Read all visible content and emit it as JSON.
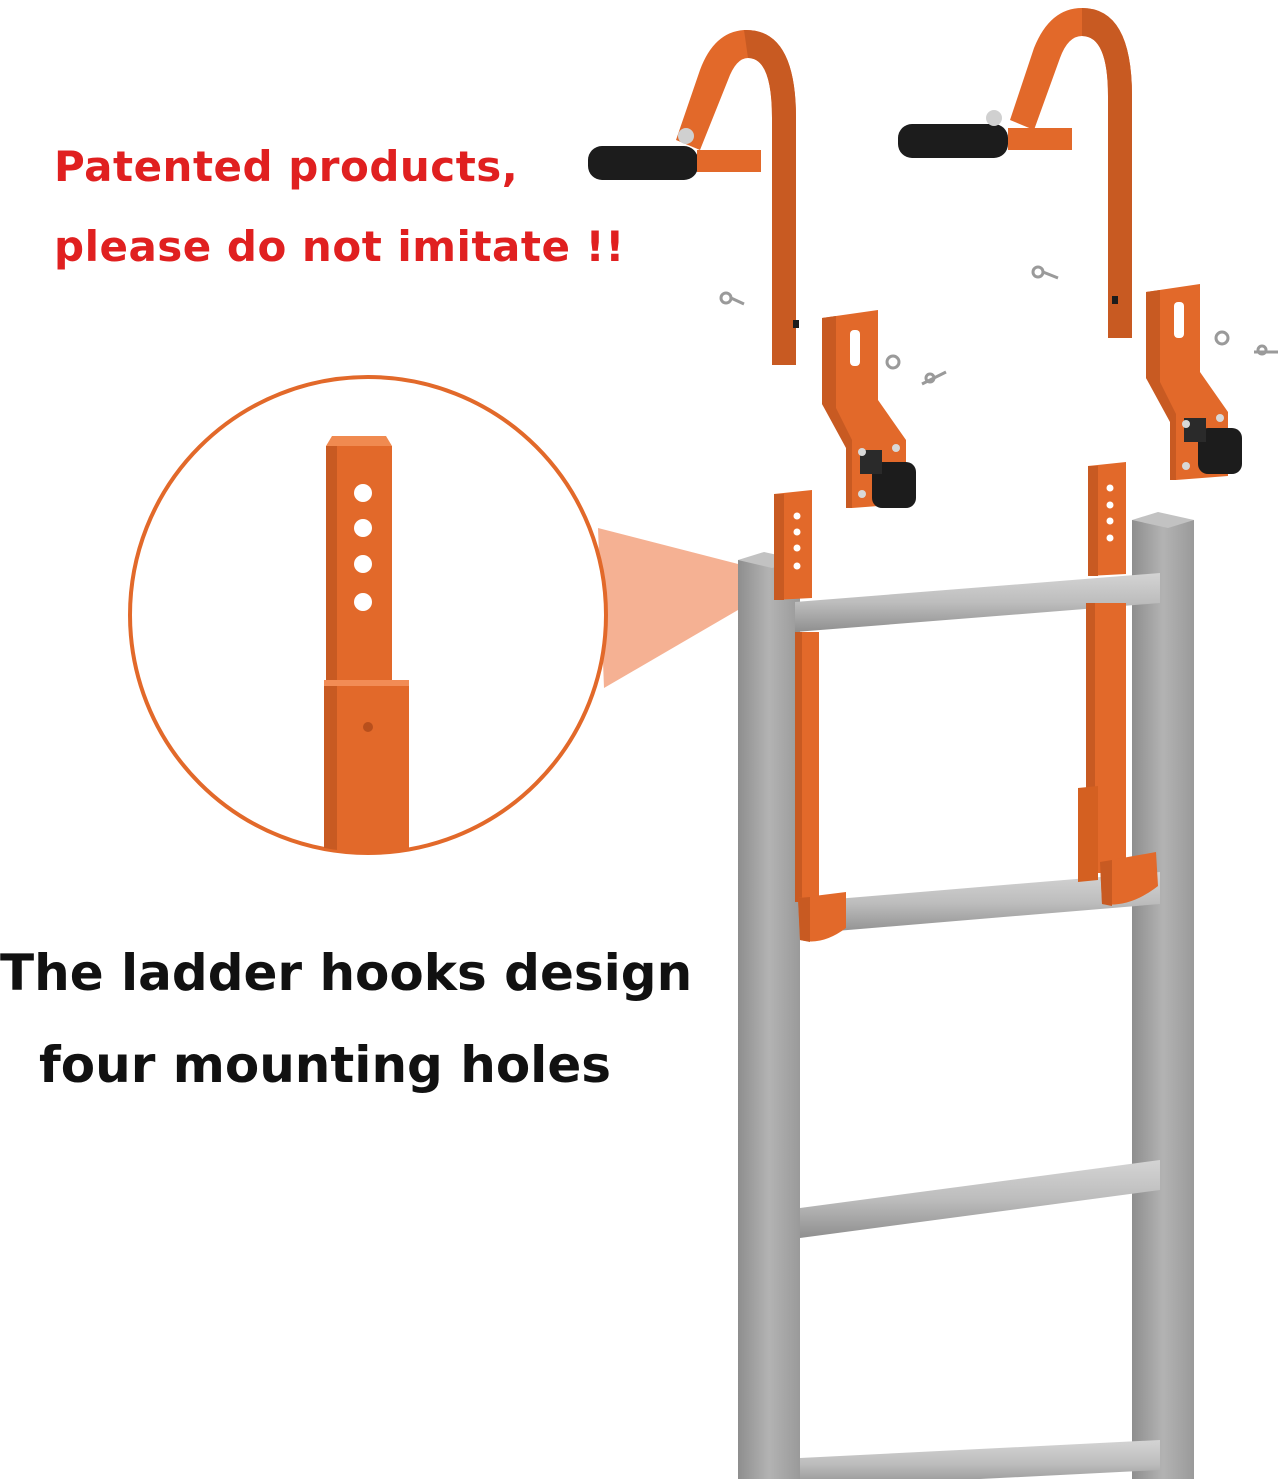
{
  "warning": {
    "line1": "Patented products,",
    "line2": "please do not imitate !!"
  },
  "caption": {
    "line1": "The ladder hooks design",
    "line2": "four mounting holes"
  },
  "colors": {
    "orange": "#e2692a",
    "orange_dark": "#b84f1c",
    "warning_red": "#e02020",
    "ladder_gray": "#a3a3a3",
    "rung_gray": "#bcbcbc",
    "grip_black": "#1c1c1c",
    "callout_fill": "#f4a987"
  },
  "illustration": {
    "hooks": 2,
    "mounting_holes": 4,
    "ladder_rungs_visible": 4
  }
}
